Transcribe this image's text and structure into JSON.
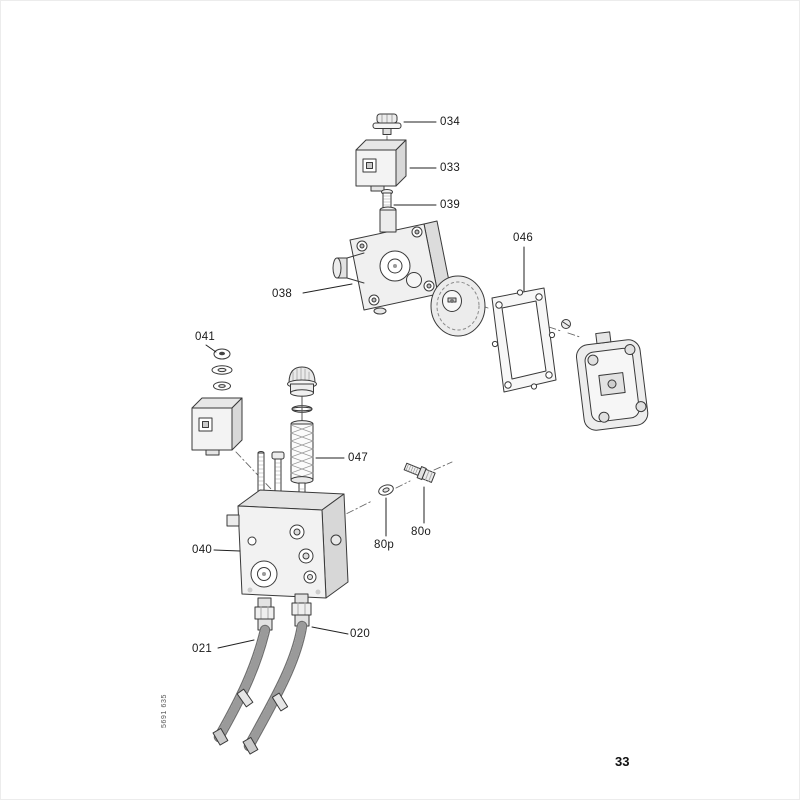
{
  "page": {
    "number": "33",
    "code": "5691 635"
  },
  "diagram": {
    "description": "exploded-parts-diagram-oil-pump-solenoid-assembly",
    "labels": [
      {
        "id": "034",
        "text": "034"
      },
      {
        "id": "033",
        "text": "033"
      },
      {
        "id": "039",
        "text": "039"
      },
      {
        "id": "046",
        "text": "046"
      },
      {
        "id": "038",
        "text": "038"
      },
      {
        "id": "041",
        "text": "041"
      },
      {
        "id": "047",
        "text": "047"
      },
      {
        "id": "80o",
        "text": "80o"
      },
      {
        "id": "80p",
        "text": "80p"
      },
      {
        "id": "040",
        "text": "040"
      },
      {
        "id": "020",
        "text": "020"
      },
      {
        "id": "021",
        "text": "021"
      }
    ]
  }
}
